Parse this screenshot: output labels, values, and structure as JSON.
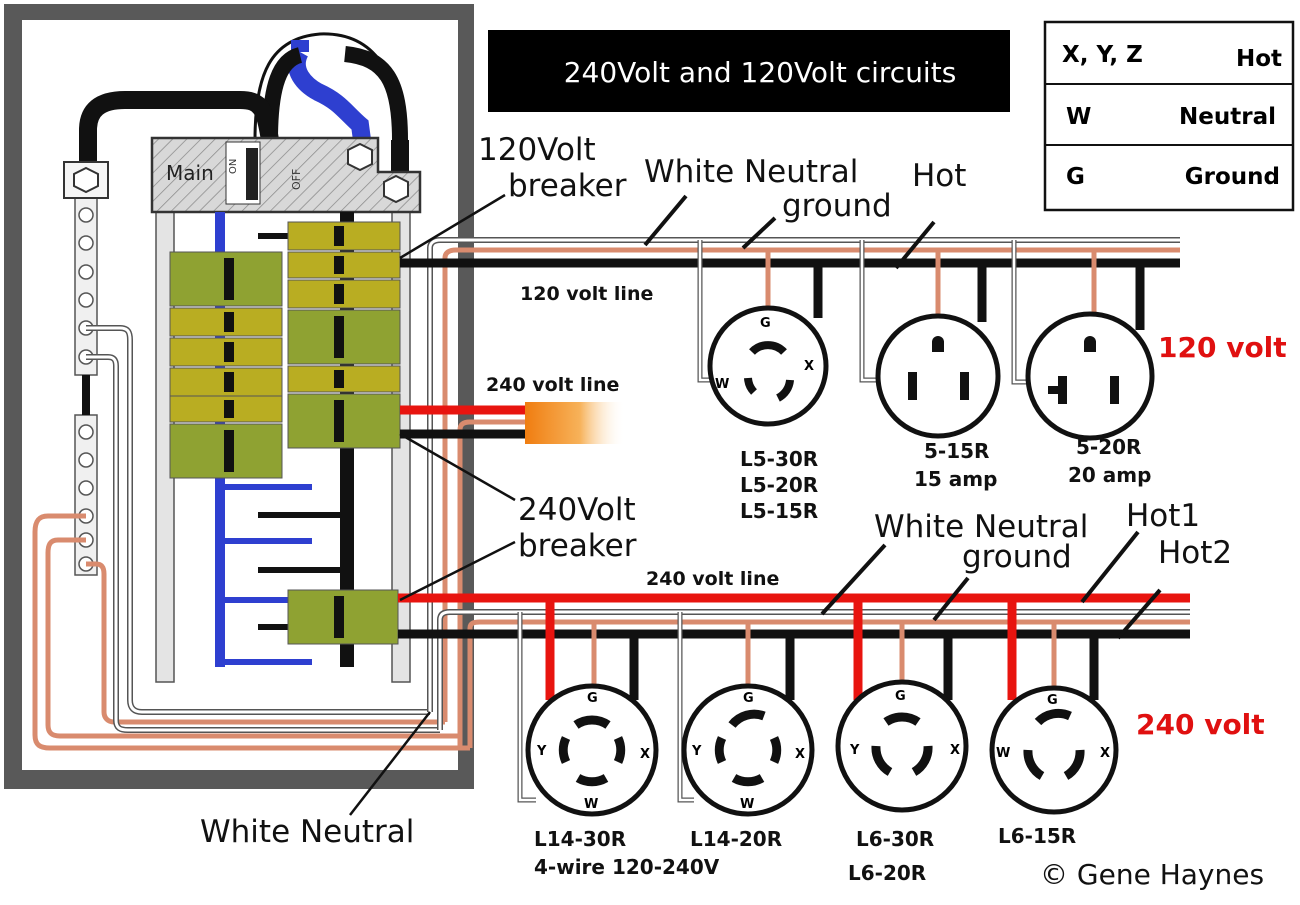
{
  "title": "240Volt and 120Volt circuits",
  "legend": [
    {
      "code": "X, Y, Z",
      "meaning": "Hot"
    },
    {
      "code": "W",
      "meaning": "Neutral"
    },
    {
      "code": "G",
      "meaning": "Ground"
    }
  ],
  "panel": {
    "main_label": "Main",
    "on_label": "ON",
    "off_label": "OFF"
  },
  "callouts": {
    "breaker120_line1": "120Volt",
    "breaker120_line2": "breaker",
    "breaker240_line1": "240Volt",
    "breaker240_line2": "breaker",
    "white_neutral_bottom": "White Neutral",
    "top_white_neutral": "White Neutral",
    "top_ground": "ground",
    "top_hot": "Hot",
    "bot_white_neutral": "White Neutral",
    "bot_ground": "ground",
    "bot_hot1": "Hot1",
    "bot_hot2": "Hot2"
  },
  "lines": {
    "line120": "120 volt line",
    "line240_a": "240 volt line",
    "line240_b": "240 volt line"
  },
  "voltages": {
    "v120": "120 volt",
    "v240": "240 volt"
  },
  "receptacles_120": [
    {
      "name": "L5-30R",
      "name2": "L5-20R",
      "name3": "L5-15R",
      "pins": {
        "g": "G",
        "w": "W",
        "x": "X"
      }
    },
    {
      "name": "5-15R",
      "name2": "15 amp"
    },
    {
      "name": "5-20R",
      "name2": "20 amp"
    }
  ],
  "receptacles_240": [
    {
      "name": "L14-30R",
      "name2": "4-wire 120-240V",
      "pins": {
        "g": "G",
        "y": "Y",
        "x": "X",
        "w": "W"
      }
    },
    {
      "name": "L14-20R",
      "pins": {
        "g": "G",
        "y": "Y",
        "x": "X",
        "w": "W"
      }
    },
    {
      "name": "L6-30R",
      "name2": "L6-20R",
      "pins": {
        "g": "G",
        "y": "Y",
        "x": "X"
      }
    },
    {
      "name": "L6-15R",
      "pins": {
        "g": "G",
        "w": "W",
        "x": "X"
      }
    }
  ],
  "copyright": "© Gene Haynes",
  "colors": {
    "hot_black": "#111111",
    "hot_red": "#e8140f",
    "ground_copper": "#d98b6e",
    "neutral_white": "#ffffff",
    "bus_blue": "#2e3fd0",
    "breaker_olive": "#b9ad22",
    "breaker_green": "#8fa232",
    "voltage_red": "#e01010",
    "panel_gray": "#595959"
  }
}
